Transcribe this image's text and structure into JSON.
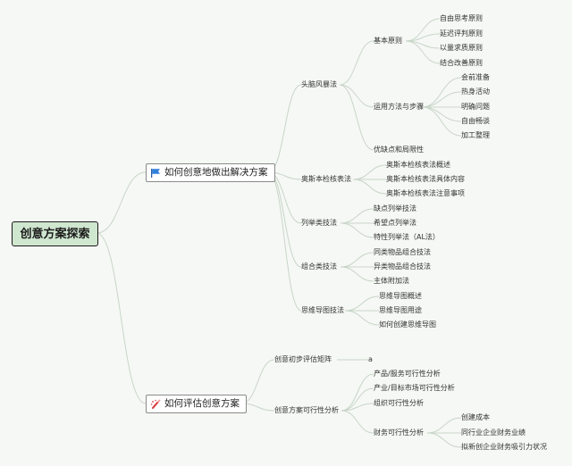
{
  "root": "创意方案探索",
  "branch1": {
    "label": "如何创意地做出解决方案",
    "icon": "blue-flag-icon",
    "n1": {
      "label": "头脑风暴法",
      "a": {
        "label": "基本原则",
        "items": [
          "自由思考原则",
          "延迟评判原则",
          "以量求质原则",
          "结合改善原则"
        ]
      },
      "b": {
        "label": "运用方法与步骤",
        "items": [
          "会前准备",
          "热身活动",
          "明确问题",
          "自由畅谈",
          "加工整理"
        ]
      },
      "c": "优缺点和局限性"
    },
    "n2": {
      "label": "奥斯本检核表法",
      "items": [
        "奥斯本检核表法概述",
        "奥斯本检核表法具体内容",
        "奥斯本检核表法注意事项"
      ]
    },
    "n3": {
      "label": "列举类技法",
      "items": [
        "缺点列举技法",
        "希望点列举法",
        "特性列举法（AL法）"
      ]
    },
    "n4": {
      "label": "组合类技法",
      "items": [
        "同类物品组合技法",
        "异类物品组合技法",
        "主体附加法"
      ]
    },
    "n5": {
      "label": "思维导图技法",
      "items": [
        "思维导图概述",
        "思维导图用途",
        "如何创建思维导图"
      ]
    }
  },
  "branch2": {
    "label": "如何评估创意方案",
    "icon": "sparkle-pencil-icon",
    "m1": {
      "label": "创意初步评估矩阵",
      "leaf": "a"
    },
    "m2": {
      "label": "创意方案可行性分析",
      "items": [
        "产品/服务可行性分析",
        "产业/目标市场可行性分析",
        "组织可行性分析"
      ],
      "f": {
        "label": "财务可行性分析",
        "items": [
          "创建成本",
          "同行业企业财务业绩",
          "拟新创企业财务吸引力状况"
        ]
      }
    }
  },
  "colors": {
    "line": "#c8d6c8",
    "root_fill": "#cfe6cf",
    "flag": "#2e7fd9",
    "pencil": "#d9343a"
  }
}
